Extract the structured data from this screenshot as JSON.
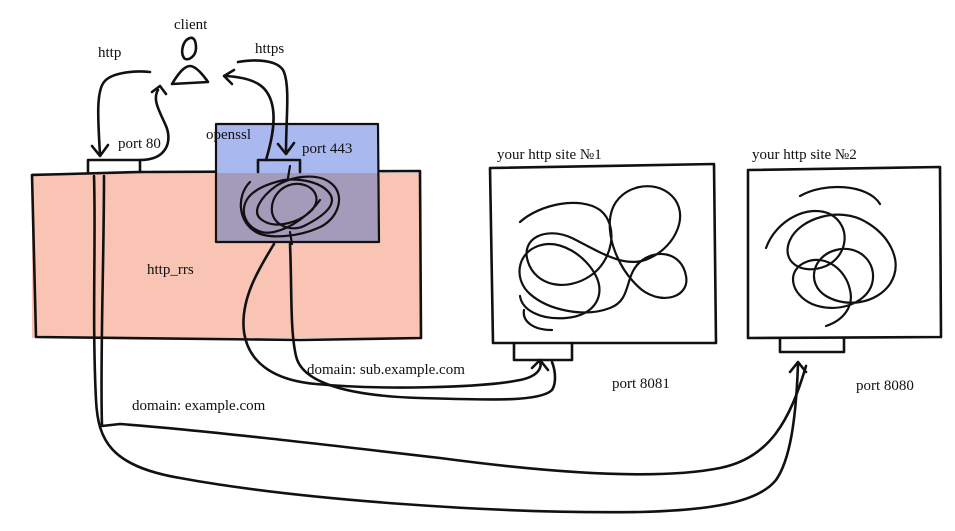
{
  "client": {
    "label": "client"
  },
  "protocols": {
    "http": "http",
    "https": "https"
  },
  "proxy": {
    "name": "http_rrs",
    "fill": "#f9c4b3",
    "port_http": "port 80",
    "port_https": "port 443"
  },
  "tls": {
    "name": "openssl",
    "fill": "#aab8f0",
    "overlap_fill": "#a49ab9"
  },
  "sites": [
    {
      "title": "your http site №1",
      "port": "port 8081",
      "domain": "domain: sub.example.com"
    },
    {
      "title": "your http site №2",
      "port": "port 8080",
      "domain": "domain: example.com"
    }
  ],
  "colors": {
    "ink": "#111111",
    "background": "#ffffff"
  }
}
